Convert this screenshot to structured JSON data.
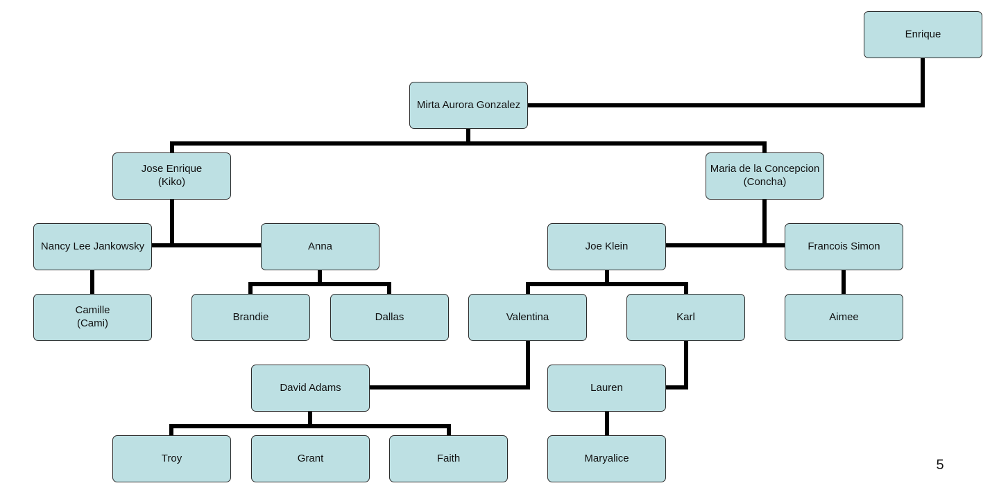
{
  "diagram": {
    "colors": {
      "box_fill": "#bde0e3",
      "box_border": "#2b2b2b",
      "connector": "#000000"
    },
    "nodes": {
      "enrique": "Enrique",
      "mirta": "Mirta Aurora Gonzalez",
      "kiko": "Jose Enrique\n(Kiko)",
      "concha": "Maria de la Concepcion\n(Concha)",
      "nancy": "Nancy Lee Jankowsky",
      "anna": "Anna",
      "joe": "Joe Klein",
      "francois": "Francois Simon",
      "camille": "Camille\n(Cami)",
      "brandie": "Brandie",
      "dallas": "Dallas",
      "valentina": "Valentina",
      "karl": "Karl",
      "aimee": "Aimee",
      "david": "David Adams",
      "lauren": "Lauren",
      "troy": "Troy",
      "grant": "Grant",
      "faith": "Faith",
      "maryalice": "Maryalice"
    }
  },
  "page_number": "5"
}
